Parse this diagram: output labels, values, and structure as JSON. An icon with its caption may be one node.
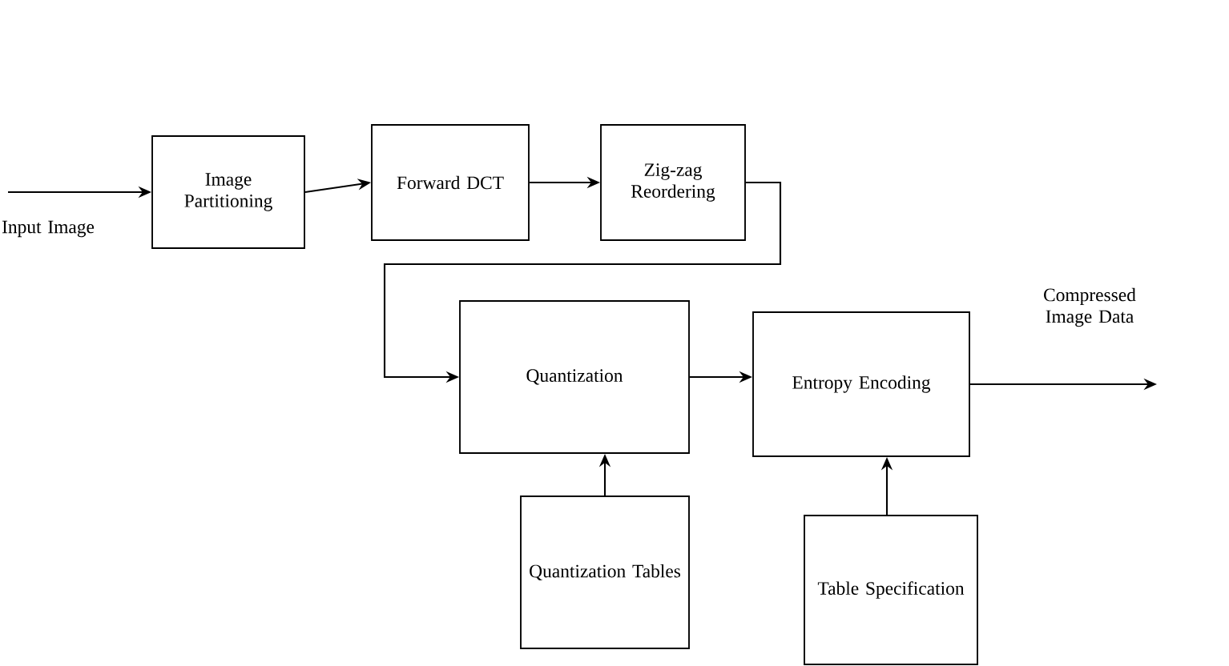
{
  "diagram": {
    "nodes": [
      {
        "text": [
          "Image Partitioning"
        ]
      },
      {
        "text": [
          "Forward DCT"
        ]
      },
      {
        "text": [
          "Zig-zag Reordering"
        ]
      },
      {
        "text": [
          "Quantization"
        ]
      },
      {
        "text": [
          "Entropy Encoding"
        ]
      },
      {
        "text": [
          "Quantization Tables"
        ]
      },
      {
        "text": [
          "Table Specification"
        ]
      }
    ],
    "edges": [
      {
        "from": null,
        "to": 0,
        "arrow": "to",
        "label": "Input Image"
      },
      {
        "from": 0,
        "to": 1,
        "arrow": "to"
      },
      {
        "from": 1,
        "to": 2,
        "arrow": "to"
      },
      {
        "from": 2,
        "to": 3,
        "arrow": "to"
      },
      {
        "from": 3,
        "to": 4,
        "arrow": "to"
      },
      {
        "from": 4,
        "to": null,
        "arrow": "to",
        "label": "Compressed Image Data"
      },
      {
        "from": 5,
        "to": 3,
        "arrow": "to"
      },
      {
        "from": 6,
        "to": 4,
        "arrow": "to"
      }
    ]
  }
}
